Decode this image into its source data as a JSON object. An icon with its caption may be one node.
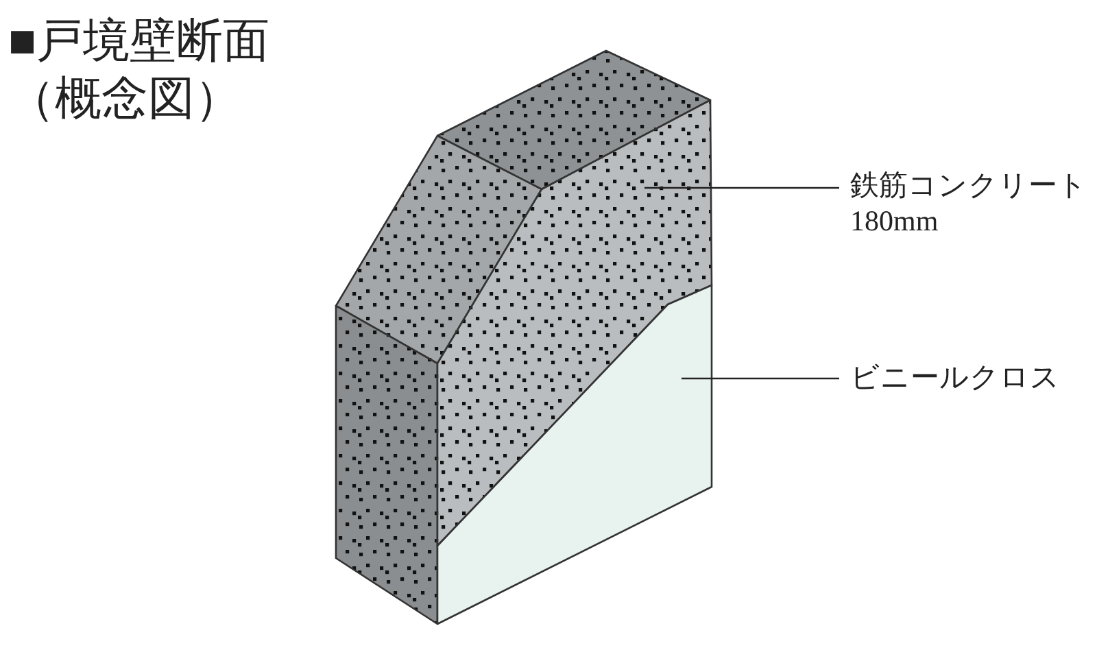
{
  "diagram": {
    "title": "■戸境壁断面（概念図）",
    "nodes": [
      {
        "text": [
          "鉄筋コンクリート",
          "180mm"
        ]
      },
      {
        "text": [],
        "shape": "picture"
      },
      {
        "text": [
          "ビニールクロス"
        ]
      },
      {
        "text": [],
        "shape": "picture"
      }
    ],
    "edges": [
      {
        "from": 0,
        "to": 1,
        "arrow": "none"
      },
      {
        "from": 2,
        "to": 3,
        "arrow": "none"
      }
    ]
  }
}
